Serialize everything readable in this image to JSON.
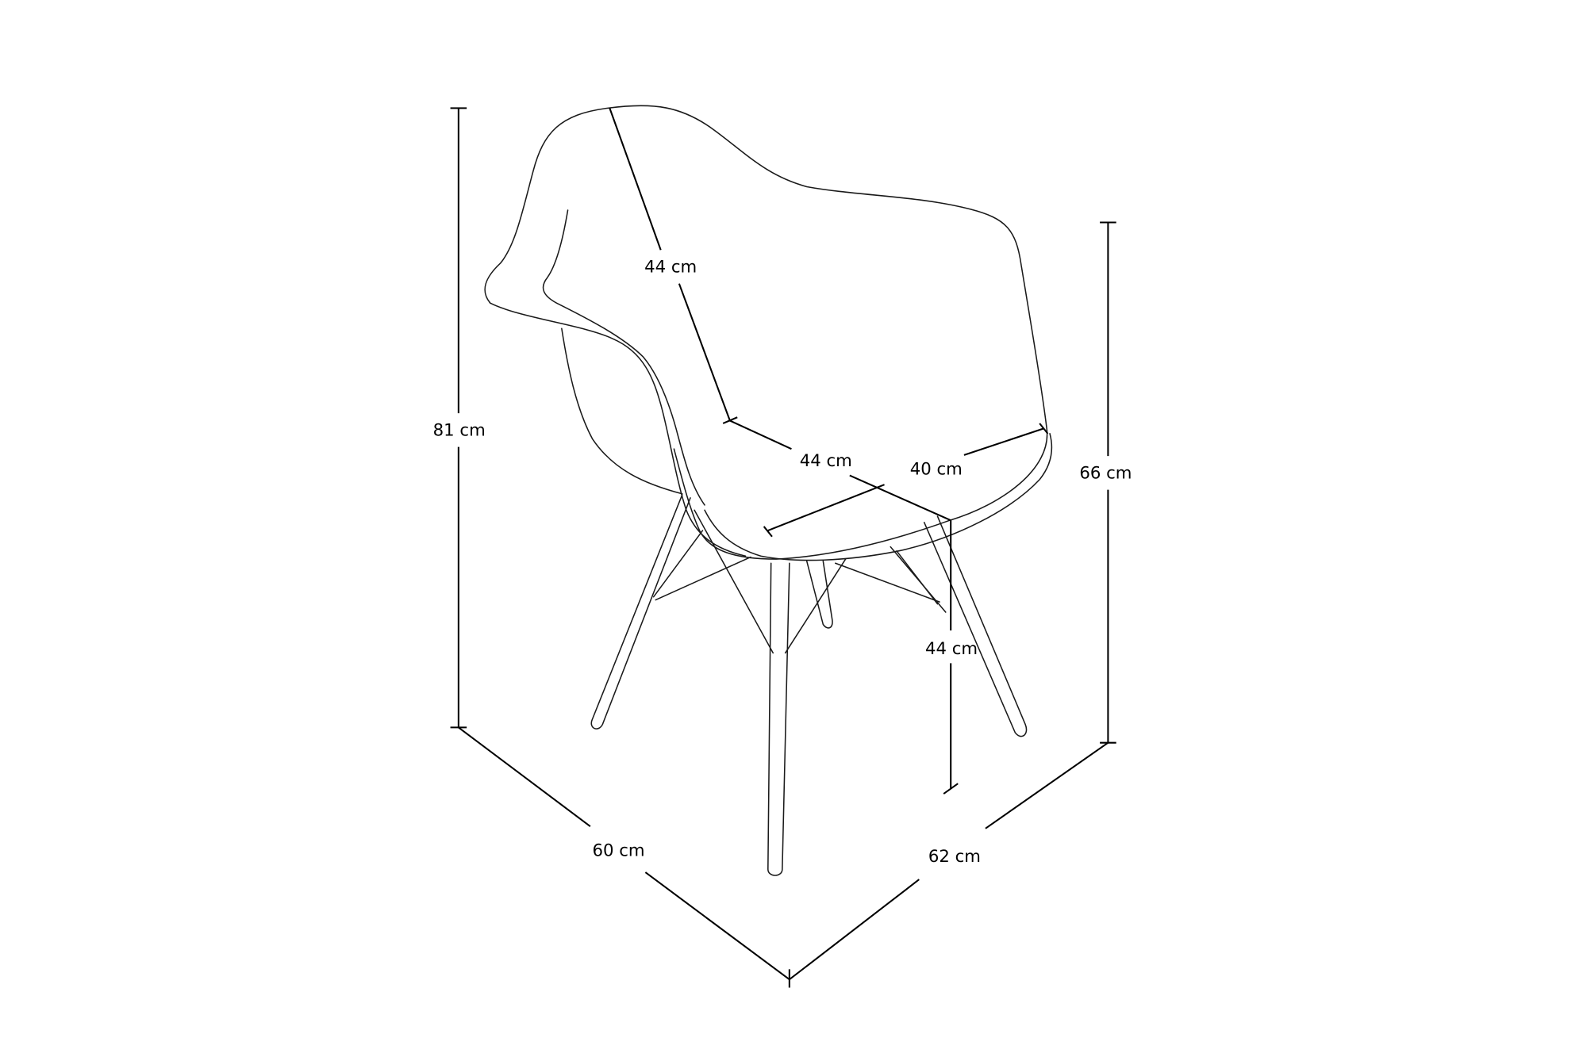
{
  "diagram": {
    "subject": "Armchair with wooden Eiffel-style legs — dimension drawing",
    "background_color": "#ffffff",
    "line_color": "#000000",
    "unit": "cm",
    "dimensions": {
      "total_height": {
        "value": 81,
        "label": "81 cm"
      },
      "armrest_height": {
        "value": 66,
        "label": "66 cm"
      },
      "seat_height": {
        "value": 44,
        "label": "44 cm"
      },
      "backrest_height": {
        "value": 44,
        "label": "44 cm"
      },
      "seat_depth": {
        "value": 44,
        "label": "44 cm"
      },
      "seat_width": {
        "value": 40,
        "label": "40 cm"
      },
      "total_width": {
        "value": 60,
        "label": "60 cm"
      },
      "total_depth": {
        "value": 62,
        "label": "62 cm"
      }
    }
  }
}
